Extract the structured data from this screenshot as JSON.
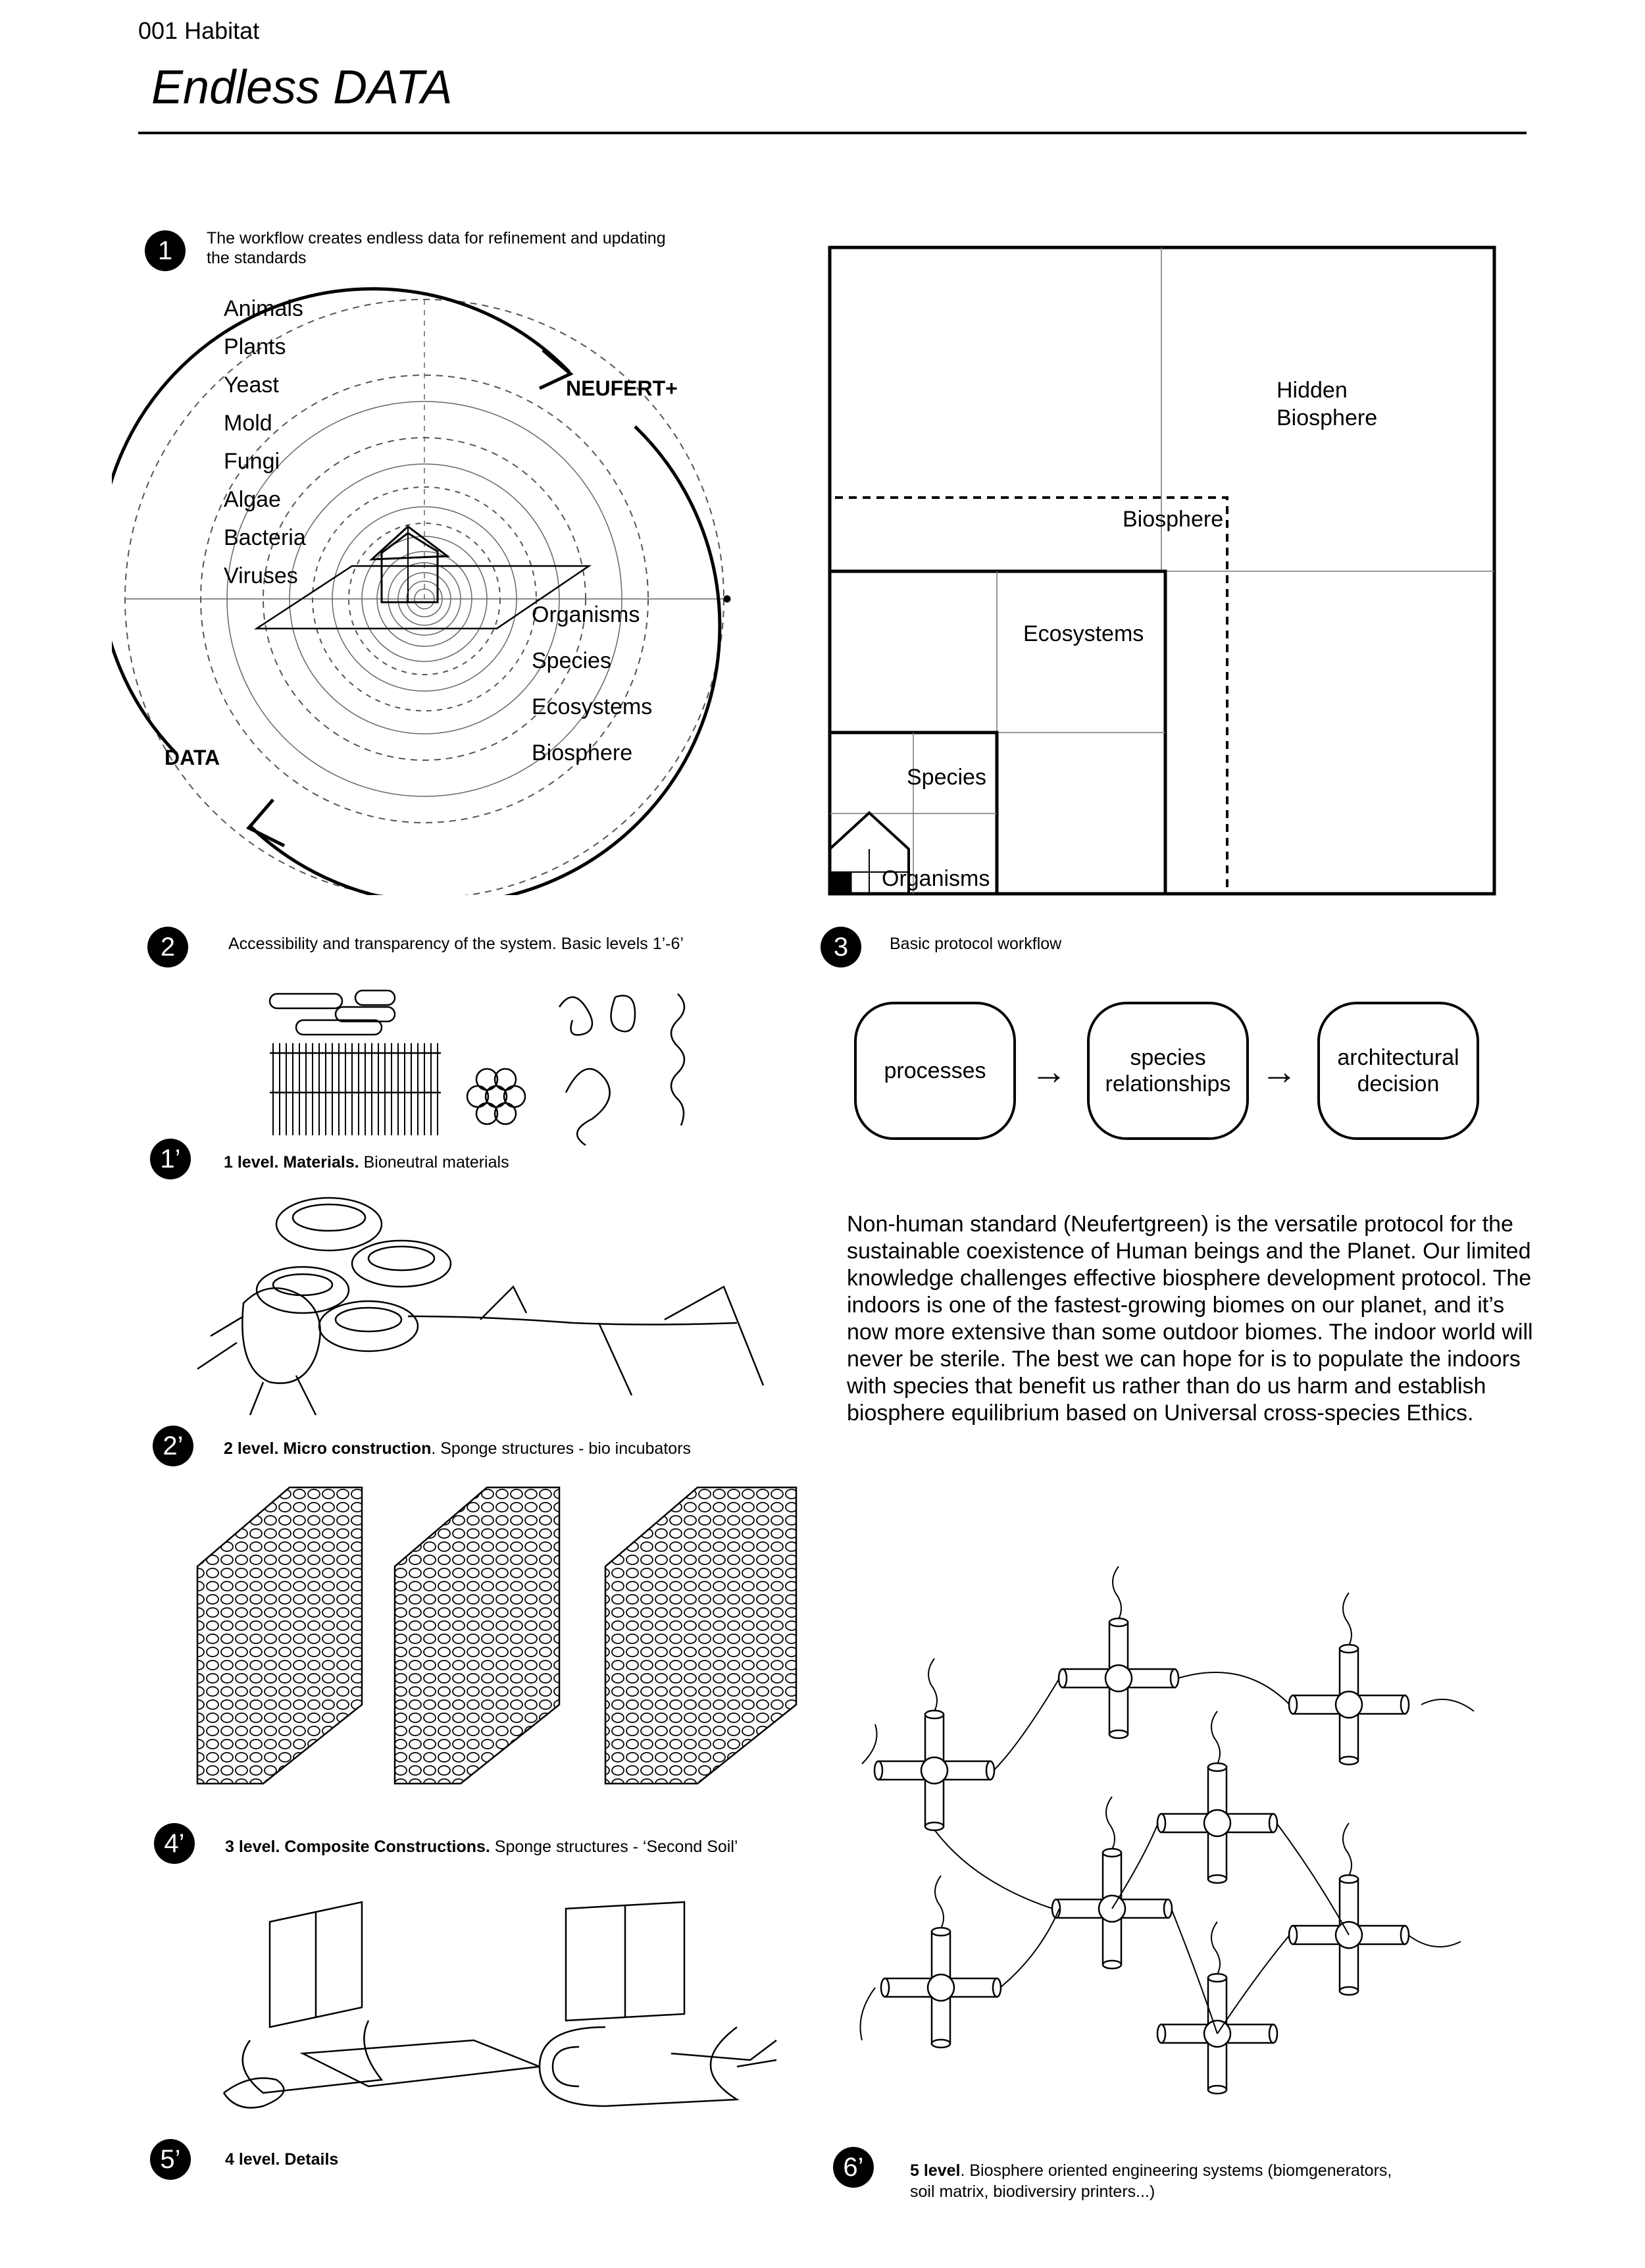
{
  "header": {
    "number": "001   Habitat",
    "title": "Endless DATA"
  },
  "badges": [
    "1",
    "2",
    "3",
    "1’",
    "2’",
    "4’",
    "5’",
    "6’"
  ],
  "section1": {
    "caption_line1": "The workflow creates endless data for refinement and updating",
    "caption_line2": "the standards",
    "kingdoms": [
      "Animals",
      "Plants",
      "Yeast",
      "Mold",
      "Fungi",
      "Algae",
      "Bacteria",
      "Viruses"
    ],
    "levels": [
      "Organisms",
      "Species",
      "Ecosystems",
      "Biosphere"
    ],
    "neufert_label": "NEUFERT+",
    "data_label": "DATA"
  },
  "nested_diagram": {
    "labels": [
      "Hidden",
      "Biosphere",
      "Biosphere",
      "Ecosystems",
      "Species",
      "Organisms"
    ]
  },
  "section2": {
    "caption": "Accessibility and transparency of the system. Basic levels  1’-6’"
  },
  "section3": {
    "caption": "Basic protocol workflow",
    "steps": [
      {
        "line1": "processes",
        "line2": ""
      },
      {
        "line1": "species",
        "line2": "relationships"
      },
      {
        "line1": "architectural",
        "line2": "decision"
      }
    ],
    "arrow": "→"
  },
  "levels": {
    "l1": {
      "bold": "1 level.  Materials.",
      "rest": " Bioneutral materials"
    },
    "l2": {
      "bold": "2 level. Micro construction",
      "rest": ". Sponge structures - bio incubators"
    },
    "l3": {
      "bold": "3 level. Composite Constructions.",
      "rest": " Sponge structures - ‘Second Soil’"
    },
    "l4": {
      "bold": "4 level. Details",
      "rest": ""
    },
    "l5": {
      "bold": "5 level",
      "rest": ". Biosphere oriented engineering systems (biomgenerators,",
      "line2": "soil matrix, biodiversiry printers...)"
    }
  },
  "body_text": "Non-human standard (Neufertgreen)  is the versatile protocol for the sustainable coexistence of Human beings and the Planet. Our limited knowledge challenges effective biosphere development protocol. The indoors is one of the fastest-growing biomes on our planet, and it’s now more extensive than some outdoor biomes. The indoor world will never be sterile. The best we can hope for is to populate the indoors with species that benefit us rather than do us harm and establish biosphere equilibrium based on Universal cross-species Ethics."
}
